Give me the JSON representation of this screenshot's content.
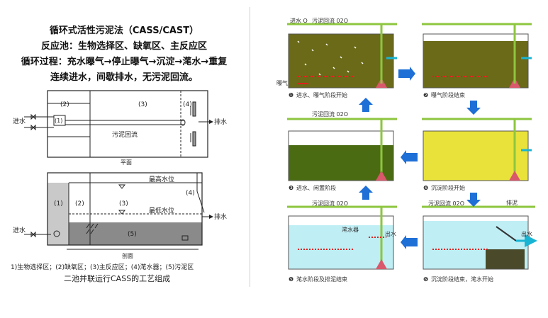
{
  "left": {
    "header": {
      "title": "循环式活性污泥法（CASS/CAST）",
      "reactor": "反应池：生物选择区、缺氧区、主反应区",
      "cycle": "循环过程：充水曝气→停止曝气→沉淀→滗水→重复",
      "note": "连续进水，间歇排水，无污泥回流。"
    },
    "plan": {
      "zone_labels": [
        "(2)",
        "(3)",
        "(4)",
        "(1)"
      ],
      "inlet": "进水",
      "outlet": "排水",
      "return_sludge": "污泥回流",
      "view_label": "平面"
    },
    "section": {
      "high_water": "最高水位",
      "low_water": "最低水位",
      "zone_labels": [
        "(1)",
        "(2)",
        "(3)",
        "(4)",
        "(5)"
      ],
      "inlet": "进水",
      "outlet": "排水",
      "view_label": "剖面"
    },
    "legend": "1)生物选择区；(2)缺氧区；(3)主反应区；(4)滗水器；(5)污泥区",
    "caption": "二池并联运行CASS的工艺组成"
  },
  "right": {
    "top_labels": {
      "inlet": "进水 O",
      "return": "污泥回流 02O",
      "aeration": "曝气"
    },
    "steps": [
      {
        "num": "❶",
        "text": "进水、曝气阶段开始"
      },
      {
        "num": "❷",
        "text": "曝气阶段结束"
      },
      {
        "num": "❸",
        "text": "进水、闲置阶段"
      },
      {
        "num": "❹",
        "text": "沉淀阶段开始"
      },
      {
        "num": "❺",
        "text": "滗水阶段及排泥结束"
      },
      {
        "num": "❻",
        "text": "沉淀阶段结束，滗水开始"
      }
    ],
    "decanter_label": "滗水器",
    "outlet_label": "出水",
    "sludge_out_label": "排泥",
    "return_label": "污泥回流 02O"
  },
  "colors": {
    "green_pipe": "#8dc63f",
    "mixed_liquor": "#6b6a18",
    "green_sludge": "#4a6b12",
    "yellow_water": "#e8e23a",
    "clear_water": "#bfeef5",
    "sludge": "#4a4a2a",
    "blue_arrow": "#1e6fd6",
    "red_diffuser": "#e0201c"
  }
}
